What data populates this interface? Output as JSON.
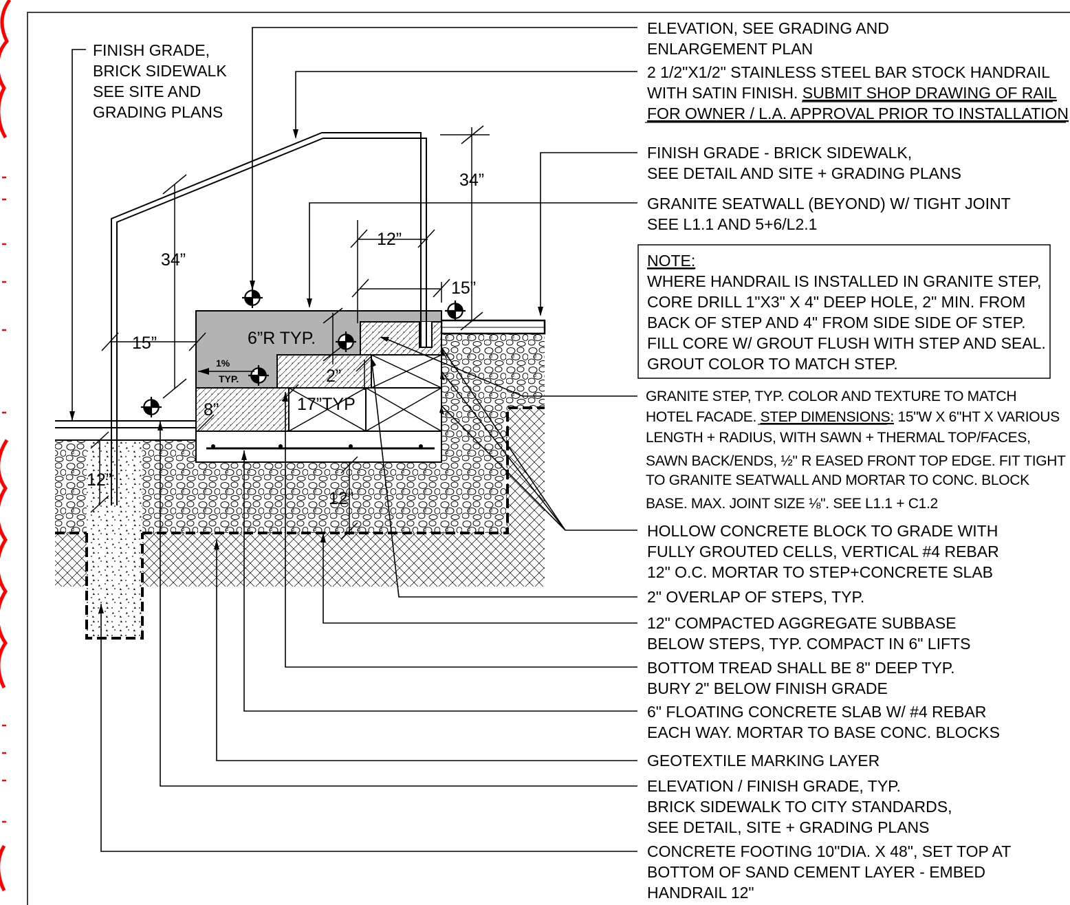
{
  "colors": {
    "revision_cloud": "#ff0000",
    "ink": "#000000",
    "granite_fill": "#b3b3b3"
  },
  "callouts_top_left": [
    "FINISH GRADE,",
    "BRICK SIDEWALK",
    "SEE SITE AND",
    "GRADING PLANS"
  ],
  "callouts_right": {
    "elevation": [
      "ELEVATION, SEE GRADING AND",
      "ENLARGEMENT PLAN"
    ],
    "handrail": [
      "2 1/2\"X1/2\" STAINLESS STEEL BAR STOCK HANDRAIL",
      "WITH SATIN FINISH. ",
      "SUBMIT SHOP DRAWING OF RAIL",
      "FOR OWNER / L.A. APPROVAL PRIOR TO INSTALLATION"
    ],
    "finish_grade": [
      "FINISH GRADE - BRICK SIDEWALK,",
      "SEE DETAIL AND SITE + GRADING PLANS"
    ],
    "seatwall": [
      "GRANITE SEATWALL (BEYOND) W/ TIGHT JOINT",
      "SEE L1.1 AND 5+6/L2.1"
    ],
    "granite_step": [
      "GRANITE STEP, TYP.  COLOR AND TEXTURE TO MATCH",
      "HOTEL FACADE. ",
      "STEP DIMENSIONS:",
      " 15\"W X 6\"HT X VARIOUS",
      "LENGTH + RADIUS, WITH SAWN + THERMAL TOP/FACES,",
      "SAWN BACK/ENDS, ½\" R EASED FRONT TOP EDGE. FIT TIGHT",
      "TO GRANITE SEATWALL AND  MORTAR TO CONC. BLOCK",
      "BASE. MAX. JOINT SIZE ⅛\". SEE L1.1 + C1.2"
    ],
    "block": [
      "HOLLOW CONCRETE BLOCK TO GRADE WITH",
      "FULLY GROUTED CELLS, VERTICAL #4 REBAR",
      "12\" O.C. MORTAR TO STEP+CONCRETE SLAB"
    ],
    "overlap": [
      "2\" OVERLAP OF STEPS, TYP."
    ],
    "subbase": [
      "12\" COMPACTED AGGREGATE SUBBASE",
      "BELOW STEPS, TYP. COMPACT IN 6\" LIFTS"
    ],
    "tread": [
      "BOTTOM TREAD SHALL BE 8\" DEEP TYP.",
      "BURY 2\" BELOW FINISH GRADE"
    ],
    "slab": [
      "6\" FLOATING CONCRETE SLAB W/ #4 REBAR",
      "EACH WAY. MORTAR TO BASE CONC. BLOCKS"
    ],
    "geotextile": [
      "GEOTEXTILE MARKING LAYER"
    ],
    "elev_typ": [
      "ELEVATION / FINISH GRADE, TYP.",
      "BRICK SIDEWALK TO CITY STANDARDS,",
      "SEE DETAIL, SITE + GRADING PLANS"
    ],
    "footing": [
      "CONCRETE FOOTING 10\"DIA. X 48\", SET TOP AT",
      "BOTTOM OF SAND CEMENT LAYER - EMBED",
      "HANDRAIL 12\""
    ]
  },
  "note": {
    "title": "NOTE:",
    "lines": [
      "WHERE HANDRAIL IS INSTALLED IN GRANITE STEP,",
      "CORE DRILL 1\"X3\" X 4\" DEEP HOLE, 2\" MIN. FROM",
      "BACK OF STEP AND 4\" FROM SIDE SIDE OF STEP.",
      "FILL CORE W/ GROUT FLUSH WITH STEP AND SEAL.",
      "GROUT COLOR TO MATCH STEP."
    ]
  },
  "dimensions": {
    "rail_height_left": "34”",
    "rail_height_right": "34”",
    "rail_extension_left": "15”",
    "rail_extension_right": "15”",
    "rail_offset": "12”",
    "radius": "6”R  TYP.",
    "overlap": "2”",
    "tread_depth": "17”TYP",
    "bottom_tread": "8”",
    "subbase_depth": "12”",
    "embed_depth": "12”",
    "slope": "1%",
    "slope_typ": "TYP."
  }
}
